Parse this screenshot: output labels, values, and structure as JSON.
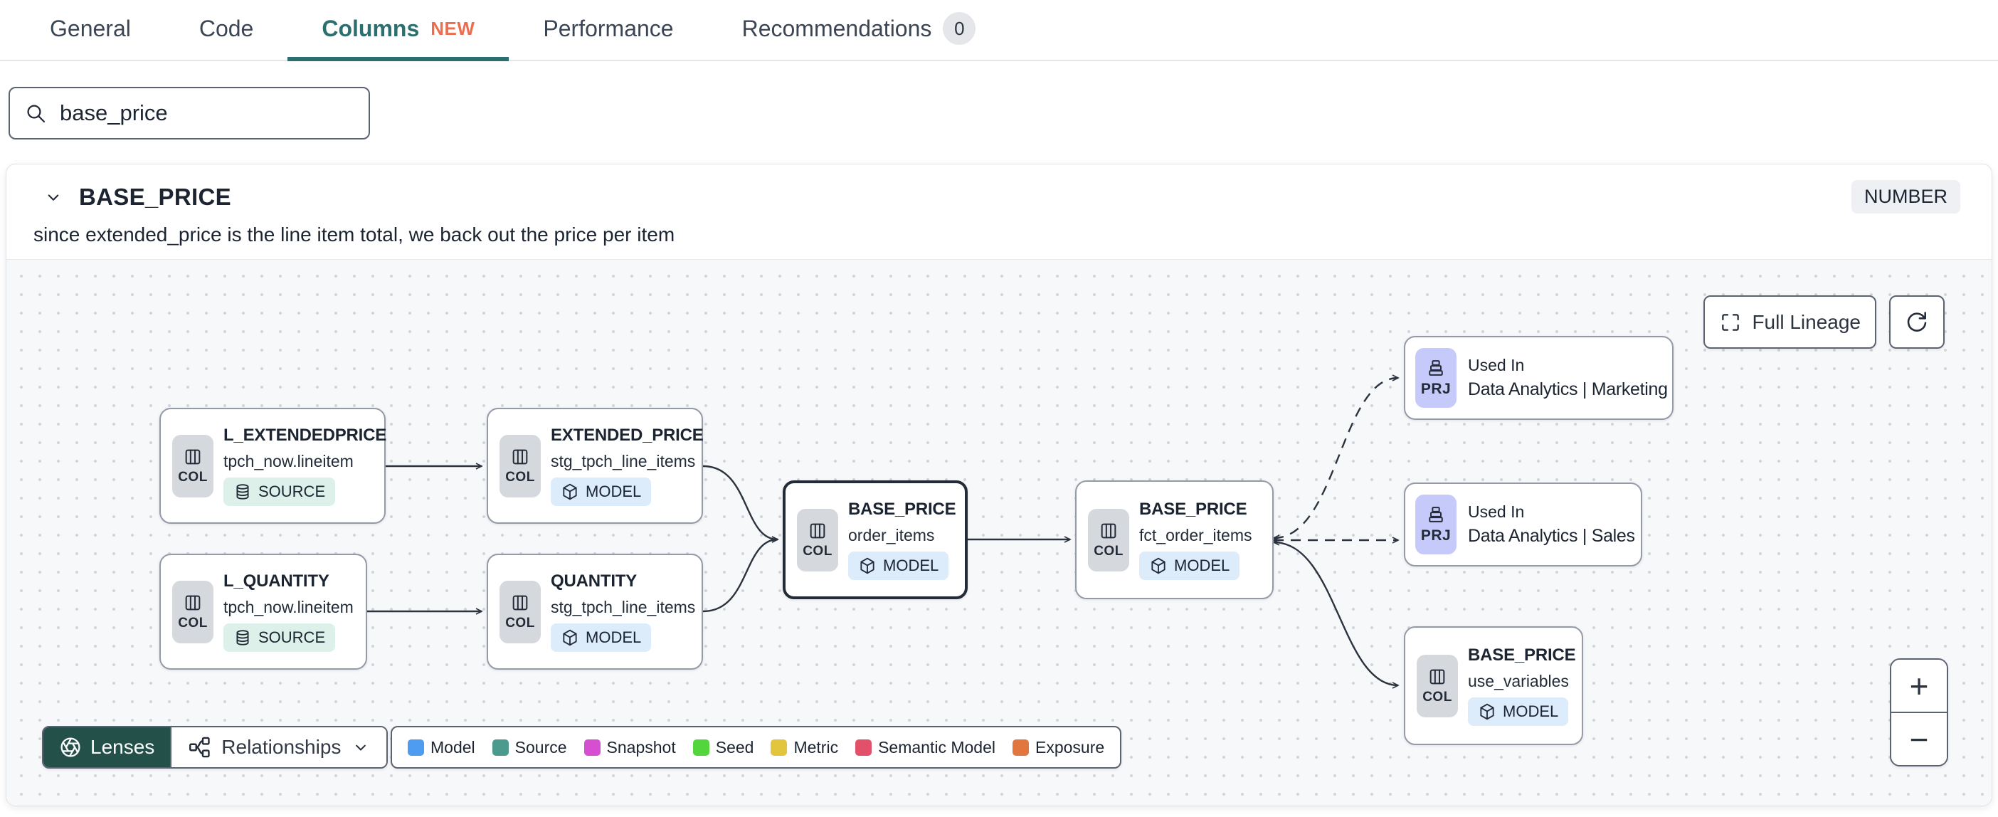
{
  "tabs": {
    "items": [
      {
        "label": "General"
      },
      {
        "label": "Code"
      },
      {
        "label": "Columns",
        "badge": "NEW",
        "active": true
      },
      {
        "label": "Performance"
      },
      {
        "label": "Recommendations",
        "count": "0"
      }
    ]
  },
  "search": {
    "value": "base_price"
  },
  "column_panel": {
    "name": "BASE_PRICE",
    "type": "NUMBER",
    "description": "since extended_price is the line item total, we back out the price per item"
  },
  "lineage": {
    "full_lineage_label": "Full Lineage",
    "zoom_in": "+",
    "zoom_out": "−",
    "nodes": [
      {
        "kind": "COL",
        "title": "L_EXTENDEDPRICE",
        "subtitle": "tpch_now.lineitem",
        "badge": "SOURCE"
      },
      {
        "kind": "COL",
        "title": "EXTENDED_PRICE",
        "subtitle": "stg_tpch_line_items",
        "badge": "MODEL"
      },
      {
        "kind": "COL",
        "title": "L_QUANTITY",
        "subtitle": "tpch_now.lineitem",
        "badge": "SOURCE"
      },
      {
        "kind": "COL",
        "title": "QUANTITY",
        "subtitle": "stg_tpch_line_items",
        "badge": "MODEL"
      },
      {
        "kind": "COL",
        "title": "BASE_PRICE",
        "subtitle": "order_items",
        "badge": "MODEL",
        "selected": true
      },
      {
        "kind": "COL",
        "title": "BASE_PRICE",
        "subtitle": "fct_order_items",
        "badge": "MODEL"
      },
      {
        "kind": "COL",
        "title": "BASE_PRICE",
        "subtitle": "use_variables",
        "badge": "MODEL"
      }
    ],
    "usage_nodes": [
      {
        "kind": "PRJ",
        "label": "Used In",
        "name": "Data Analytics | Marketing"
      },
      {
        "kind": "PRJ",
        "label": "Used In",
        "name": "Data Analytics | Sales"
      }
    ],
    "toolbar": {
      "lenses": "Lenses",
      "relationships": "Relationships"
    },
    "legend": [
      {
        "label": "Model",
        "color": "#4e9bf2"
      },
      {
        "label": "Source",
        "color": "#4b9a8e"
      },
      {
        "label": "Snapshot",
        "color": "#d64fd0"
      },
      {
        "label": "Seed",
        "color": "#52d53d"
      },
      {
        "label": "Metric",
        "color": "#e2c53d"
      },
      {
        "label": "Semantic Model",
        "color": "#e25069"
      },
      {
        "label": "Exposure",
        "color": "#e1773f"
      }
    ]
  },
  "colors": {
    "accent_teal": "#2d6e6e",
    "new_badge": "#ec6e4e"
  }
}
